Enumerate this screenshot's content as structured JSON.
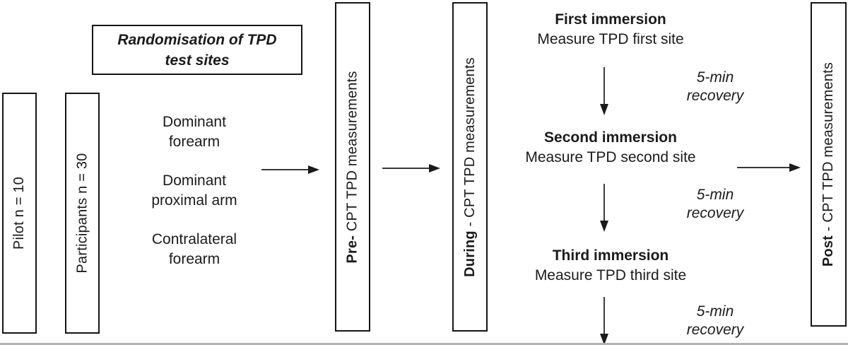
{
  "figure": {
    "pilot": {
      "label": "Pilot n = 10"
    },
    "participants": {
      "label": "Participants n = 30"
    },
    "randomisation": {
      "label": "Randomisation of TPD test sites"
    },
    "test_sites": [
      {
        "label": "Dominant forearm"
      },
      {
        "label": "Dominant proximal arm"
      },
      {
        "label": "Contralateral forearm"
      }
    ],
    "pre": {
      "bold": "Pre-",
      "rest": " CPT TPD measurements"
    },
    "during": {
      "bold": "During",
      "rest": " - CPT TPD measurements"
    },
    "post": {
      "bold": "Post",
      "rest": " - CPT TPD measurements"
    },
    "immersions": [
      {
        "title": "First immersion",
        "subtitle": "Measure TPD first site",
        "recovery": "5-min recovery"
      },
      {
        "title": "Second immersion",
        "subtitle": "Measure TPD second site",
        "recovery": "5-min recovery"
      },
      {
        "title": "Third immersion",
        "subtitle": "Measure TPD third site",
        "recovery": "5-min recovery"
      }
    ]
  }
}
